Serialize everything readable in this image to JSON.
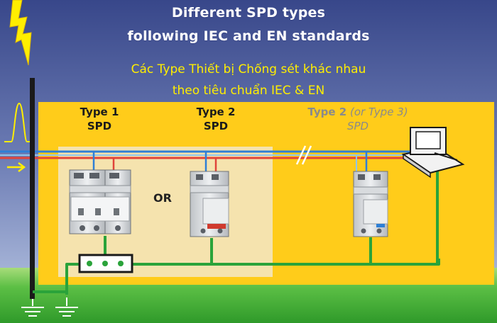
{
  "header": {
    "title_line1": "Different SPD types",
    "title_line2": "following IEC and EN standards",
    "subtitle_line1": "Các Type Thiết bị Chống sét khác nhau",
    "subtitle_line2": "theo tiêu chuẩn IEC & EN"
  },
  "diagram": {
    "type1": {
      "line1": "Type 1",
      "line2": "SPD"
    },
    "type2": {
      "line1": "Type 2",
      "line2": "SPD"
    },
    "type2_alt": {
      "type": "Type 2",
      "paren": " (or Type 3)",
      "line2": "SPD"
    },
    "or_label": "OR"
  },
  "colors": {
    "sky_top": "#3a4a8c",
    "sky_bottom": "#a3b1d4",
    "panel": "#ffcc1a",
    "highlight_zone": "#f4e6bf",
    "earth_wire": "#2aa33a",
    "blue_wire": "#2e7fd6",
    "red_wire": "#e0443a",
    "grass": "#5fc04a"
  }
}
